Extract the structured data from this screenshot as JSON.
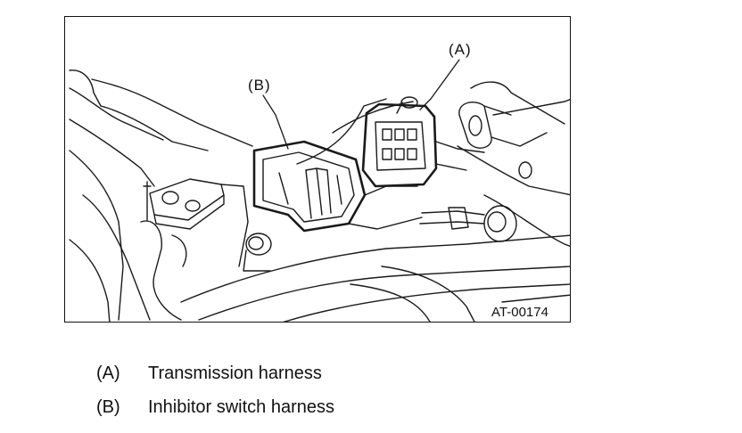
{
  "figure": {
    "code": "AT-00174",
    "callouts": [
      {
        "key": "A",
        "label": "(A)"
      },
      {
        "key": "B",
        "label": "(B)"
      }
    ]
  },
  "legend": {
    "items": [
      {
        "key": "(A)",
        "text": "Transmission harness"
      },
      {
        "key": "(B)",
        "text": "Inhibitor switch harness"
      }
    ]
  }
}
